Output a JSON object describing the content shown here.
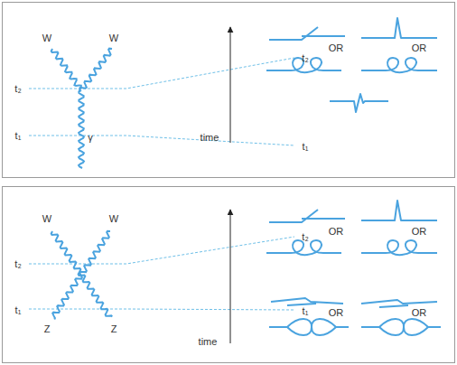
{
  "diagram": {
    "labels": [
      "W",
      "W",
      "t₂",
      "t₁",
      "γ",
      "time",
      "t₂",
      "t₁",
      "OR",
      "OR",
      "W",
      "W",
      "t₂",
      "t₁",
      "Z",
      "Z",
      "time",
      "t₂",
      "t₁",
      "OR",
      "OR",
      "OR",
      "OR"
    ]
  }
}
